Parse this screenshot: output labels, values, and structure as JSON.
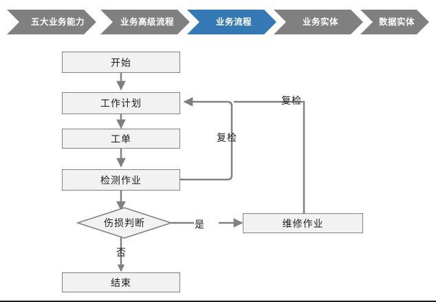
{
  "breadcrumb": {
    "name": "business-architecture-breadcrumb",
    "active_index": 2,
    "colors": {
      "inactive": "#808080",
      "active": "#3478b4",
      "text": "#ffffff"
    },
    "items": [
      {
        "label": "五大业务能力",
        "active": false
      },
      {
        "label": "业务高级流程",
        "active": false
      },
      {
        "label": "业务流程",
        "active": true
      },
      {
        "label": "业务实体",
        "active": false
      },
      {
        "label": "数据实体",
        "active": false
      }
    ]
  },
  "flowchart": {
    "title": "业务流程",
    "style": {
      "node_fill": "#f2f2f2",
      "node_border": "#808080",
      "connector": "#808080",
      "text": "#1c1c1c"
    },
    "nodes": [
      {
        "id": "start",
        "label": "开始",
        "shape": "rect"
      },
      {
        "id": "plan",
        "label": "工作计划",
        "shape": "rect"
      },
      {
        "id": "order",
        "label": "工单",
        "shape": "rect"
      },
      {
        "id": "inspect",
        "label": "检测作业",
        "shape": "rect"
      },
      {
        "id": "decision",
        "label": "伤损判断",
        "shape": "diamond"
      },
      {
        "id": "repair",
        "label": "维修作业",
        "shape": "rect"
      },
      {
        "id": "end",
        "label": "结束",
        "shape": "rect"
      }
    ],
    "edge_labels": {
      "recheck_inner": "复检",
      "recheck_outer": "复检",
      "yes": "是",
      "no": "否"
    }
  }
}
